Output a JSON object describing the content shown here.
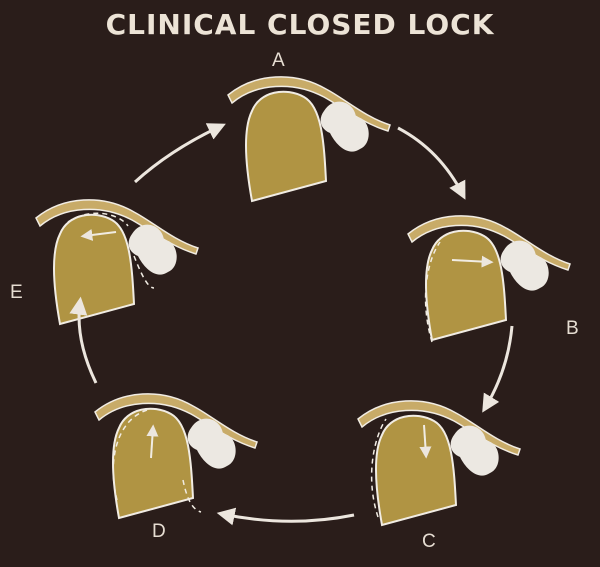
{
  "title": "CLINICAL CLOSED LOCK",
  "stages": [
    {
      "label": "A"
    },
    {
      "label": "B"
    },
    {
      "label": "C"
    },
    {
      "label": "D"
    },
    {
      "label": "E"
    }
  ],
  "colors": {
    "background": "#2a1d1a",
    "condyle": "#b09443",
    "fossa": "#c8ab68",
    "disc": "#ece8e2",
    "outline": "#f1ece3",
    "arrow": "#ece6de"
  }
}
